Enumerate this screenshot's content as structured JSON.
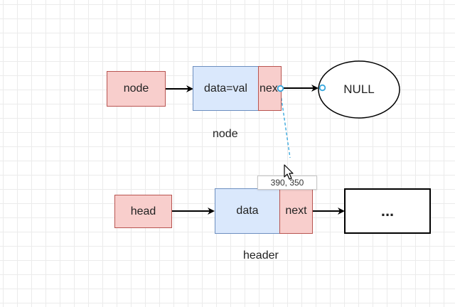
{
  "diagram": {
    "top_row": {
      "pointer_label": "node",
      "data_cell": "data=val",
      "next_cell": "nex",
      "terminal": "NULL",
      "caption": "node"
    },
    "bottom_row": {
      "pointer_label": "head",
      "data_cell": "data",
      "next_cell": "next",
      "terminal": "...",
      "caption": "header"
    },
    "drag_tooltip": "390, 350"
  },
  "colors": {
    "red_fill": "#f8cecc",
    "red_stroke": "#b85450",
    "blue_fill": "#dae8fc",
    "blue_stroke": "#6c8ebf",
    "connector_preview": "#3aa8dd"
  },
  "icons": {
    "cursor": "mouse-pointer-icon",
    "handle": "connection-point-icon"
  }
}
